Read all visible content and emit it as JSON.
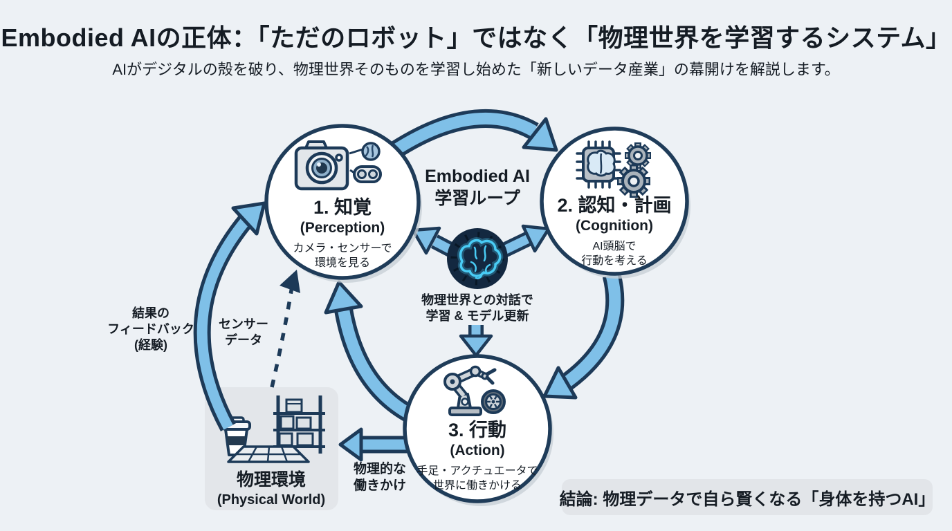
{
  "header": {
    "title": "Embodied AIの正体：「ただのロボット」ではなく「物理世界を学習するシステム」",
    "subtitle": "AIがデジタルの殻を破り、物理世界そのものを学習し始めた「新しいデータ産業」の幕開けを解説します。"
  },
  "loop": {
    "title_line1": "Embodied AI",
    "title_line2": "学習ループ",
    "caption_line1": "物理世界との対話で",
    "caption_line2": "学習 & モデル更新"
  },
  "nodes": {
    "perception": {
      "title": "1. 知覚",
      "subtitle": "(Perception)",
      "desc_line1": "カメラ・センサーで",
      "desc_line2": "環境を見る"
    },
    "cognition": {
      "title": "2. 認知・計画",
      "subtitle": "(Cognition)",
      "desc_line1": "AI頭脳で",
      "desc_line2": "行動を考える"
    },
    "action": {
      "title": "3. 行動",
      "subtitle": "(Action)",
      "desc_line1": "手足・アクチュエータで",
      "desc_line2": "世界に働きかける"
    }
  },
  "environment": {
    "title": "物理環境",
    "subtitle": "(Physical World)"
  },
  "edge_labels": {
    "feedback_line1": "結果の",
    "feedback_line2": "フィードバック",
    "feedback_line3": "(経験)",
    "sensor_line1": "センサー",
    "sensor_line2": "データ",
    "physical_line1": "物理的な",
    "physical_line2": "働きかけ"
  },
  "conclusion": {
    "text": "結論: 物理データで自ら賢くなる「身体を持つAI」"
  },
  "colors": {
    "background": "#edf1f5",
    "arrow_fill": "#7fc0e8",
    "outline": "#1d3a58",
    "node_fill": "#ffffff",
    "core_fill": "#132840",
    "brain_glow": "#49ccf5",
    "panel": "#e3e6ea",
    "text": "#151c24"
  }
}
